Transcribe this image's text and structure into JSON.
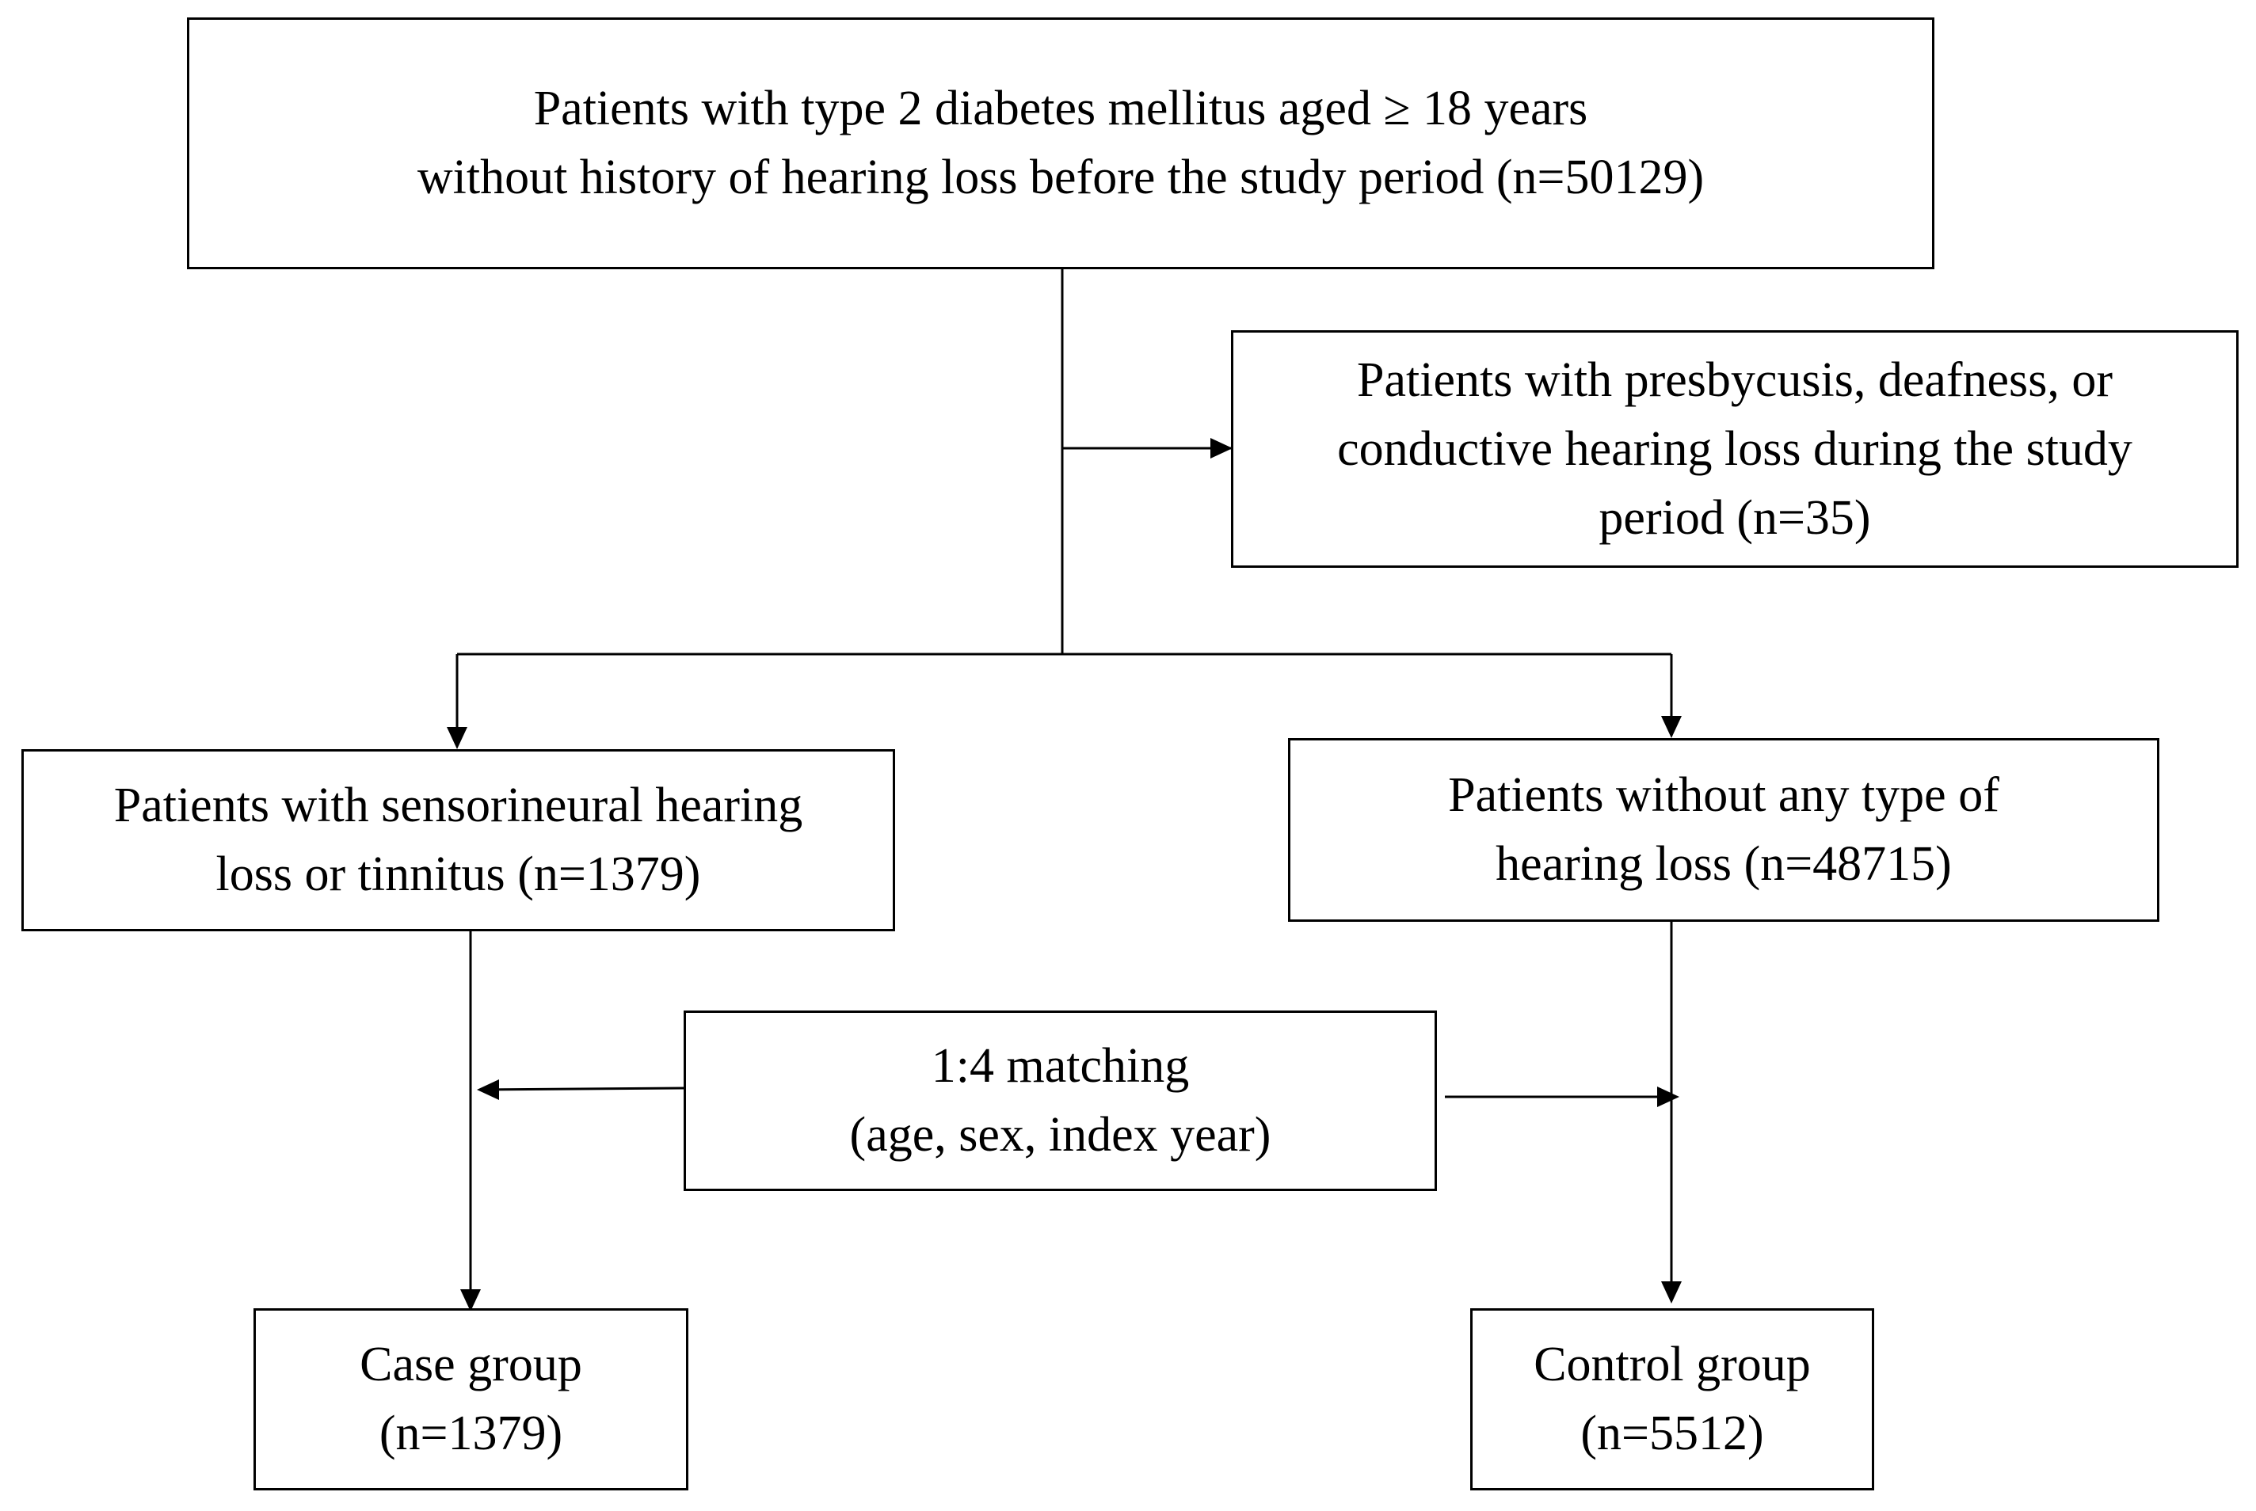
{
  "boxes": {
    "top": {
      "line1": "Patients with type 2 diabetes mellitus aged ≥ 18 years",
      "line2": "without history of hearing loss before the study period (n=50129)"
    },
    "excluded": {
      "line1": "Patients with presbycusis, deafness, or",
      "line2": "conductive hearing loss during the study",
      "line3": "period (n=35)"
    },
    "snhl": {
      "line1": "Patients with sensorineural hearing",
      "line2": "loss or tinnitus (n=1379)"
    },
    "no_loss": {
      "line1": "Patients without any type of",
      "line2": "hearing loss (n=48715)"
    },
    "matching": {
      "line1": "1:4 matching",
      "line2": "(age, sex, index year)"
    },
    "case": {
      "line1": "Case group",
      "line2": "(n=1379)"
    },
    "control": {
      "line1": "Control group",
      "line2": "(n=5512)"
    }
  },
  "colors": {
    "line": "#000000",
    "background": "#ffffff"
  }
}
